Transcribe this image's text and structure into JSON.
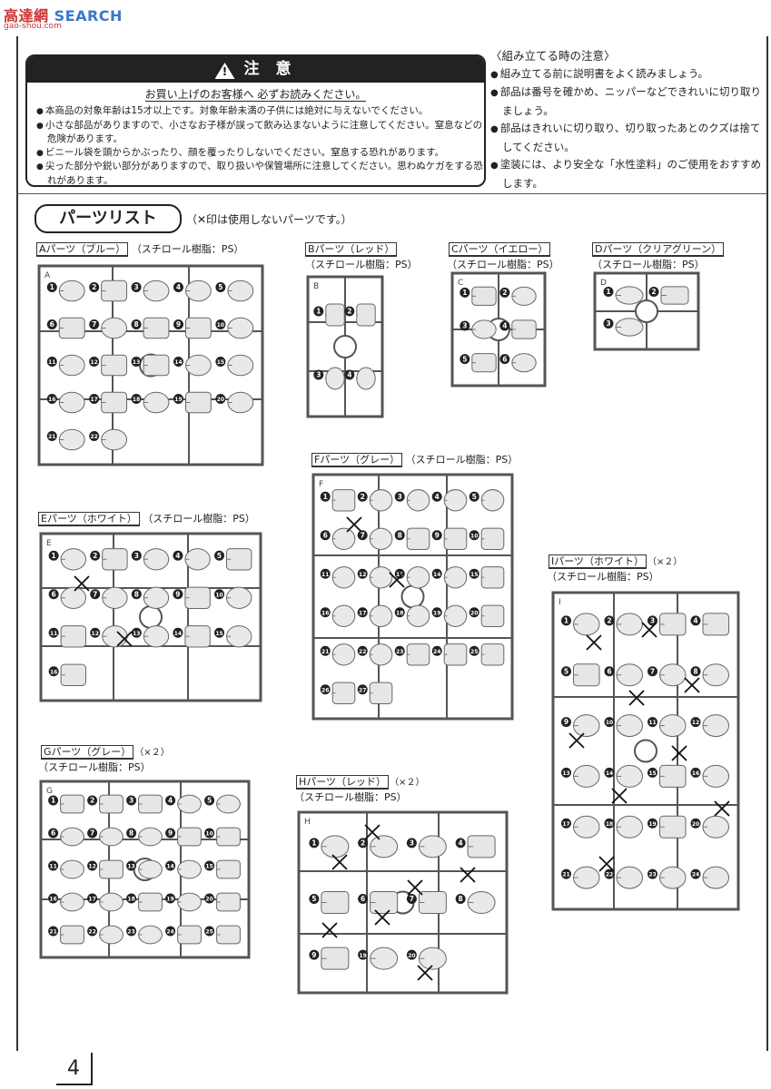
{
  "watermark": {
    "logo_mark": "高",
    "logo_text": "達網",
    "search_text": "SEARCH",
    "url": "gao-shou.com"
  },
  "caution": {
    "title": "注 意",
    "icon": "warning-triangle-icon",
    "subtitle": "お買い上げのお客様へ 必ずお読みください。",
    "items": [
      "本商品の対象年齢は15才以上です。対象年齢未満の子供には絶対に与えないでください。",
      "小さな部品がありますので、小さなお子様が誤って飲み込まないように注意してください。窒息などの危険があります。",
      "ビニール袋を頭からかぶったり、顔を覆ったりしないでください。窒息する恐れがあります。",
      "尖った部分や鋭い部分がありますので、取り扱いや保管場所に注意してください。思わぬケガをする恐れがあります。"
    ]
  },
  "assembly": {
    "title": "〈組み立てる時の注意〉",
    "items": [
      "組み立てる前に説明書をよく読みましょう。",
      "部品は番号を確かめ、ニッパーなどできれいに切り取りましょう。",
      "部品はきれいに切り取り、切り取ったあとのクズは捨てしてください。",
      "塗装には、より安全な「水性塗料」のご使用をおすすめします。"
    ]
  },
  "parts_list": {
    "title": "パーツリスト",
    "note": "（✕印は使用しないパーツです。）"
  },
  "resin_label": "（スチロール樹脂：PS）",
  "runners": [
    {
      "id": "A",
      "label": "Aパーツ（ブルー）",
      "qty": "",
      "numbers": [
        "1",
        "2",
        "3",
        "4",
        "5",
        "6",
        "7",
        "8",
        "9",
        "10",
        "11",
        "12",
        "13",
        "14",
        "15",
        "16",
        "17",
        "18",
        "19",
        "20",
        "21",
        "22"
      ],
      "unused": []
    },
    {
      "id": "B",
      "label": "Bパーツ（レッド）",
      "qty": "",
      "numbers": [
        "1",
        "2",
        "3",
        "4"
      ],
      "unused": []
    },
    {
      "id": "C",
      "label": "Cパーツ（イエロー）",
      "qty": "",
      "numbers": [
        "1",
        "2",
        "3",
        "4",
        "5",
        "6"
      ],
      "unused": []
    },
    {
      "id": "D",
      "label": "Dパーツ（クリアグリーン）",
      "qty": "",
      "numbers": [
        "1",
        "2",
        "3"
      ],
      "unused": []
    },
    {
      "id": "E",
      "label": "Eパーツ（ホワイト）",
      "qty": "",
      "numbers": [
        "1",
        "2",
        "3",
        "4",
        "5",
        "6",
        "7",
        "8",
        "9",
        "10",
        "11",
        "12",
        "13",
        "14",
        "15",
        "16"
      ],
      "unused": [
        "x1",
        "x2"
      ]
    },
    {
      "id": "F",
      "label": "Fパーツ（グレー）",
      "qty": "",
      "numbers": [
        "1",
        "2",
        "3",
        "4",
        "5",
        "6",
        "7",
        "8",
        "9",
        "10",
        "11",
        "12",
        "13",
        "14",
        "15",
        "16",
        "17",
        "18",
        "19",
        "20",
        "21",
        "22",
        "23",
        "24",
        "25",
        "26",
        "27"
      ],
      "unused": [
        "x1",
        "x2"
      ]
    },
    {
      "id": "G",
      "label": "Gパーツ（グレー）",
      "qty": "（×２）",
      "numbers": [
        "1",
        "2",
        "3",
        "4",
        "5",
        "6",
        "7",
        "8",
        "9",
        "10",
        "11",
        "12",
        "13",
        "14",
        "15",
        "16",
        "17",
        "18",
        "19",
        "20",
        "21",
        "22",
        "23",
        "24",
        "25"
      ],
      "unused": []
    },
    {
      "id": "H",
      "label": "Hパーツ（レッド）",
      "qty": "（×２）",
      "numbers": [
        "1",
        "2",
        "3",
        "4",
        "5",
        "6",
        "7",
        "8",
        "9",
        "19",
        "20"
      ],
      "unused": [
        "x1",
        "x2",
        "x3",
        "x4",
        "x5",
        "x6",
        "x7"
      ]
    },
    {
      "id": "I",
      "label": "Iパーツ（ホワイト）",
      "qty": "（×２）",
      "numbers": [
        "1",
        "2",
        "3",
        "4",
        "5",
        "6",
        "7",
        "8",
        "9",
        "10",
        "11",
        "12",
        "13",
        "14",
        "15",
        "16",
        "17",
        "18",
        "19",
        "20",
        "21",
        "22",
        "23",
        "24"
      ],
      "unused": [
        "x1",
        "x2",
        "x3",
        "x4",
        "x5",
        "x6",
        "x7",
        "x8",
        "x9"
      ]
    }
  ],
  "page_number": "4"
}
